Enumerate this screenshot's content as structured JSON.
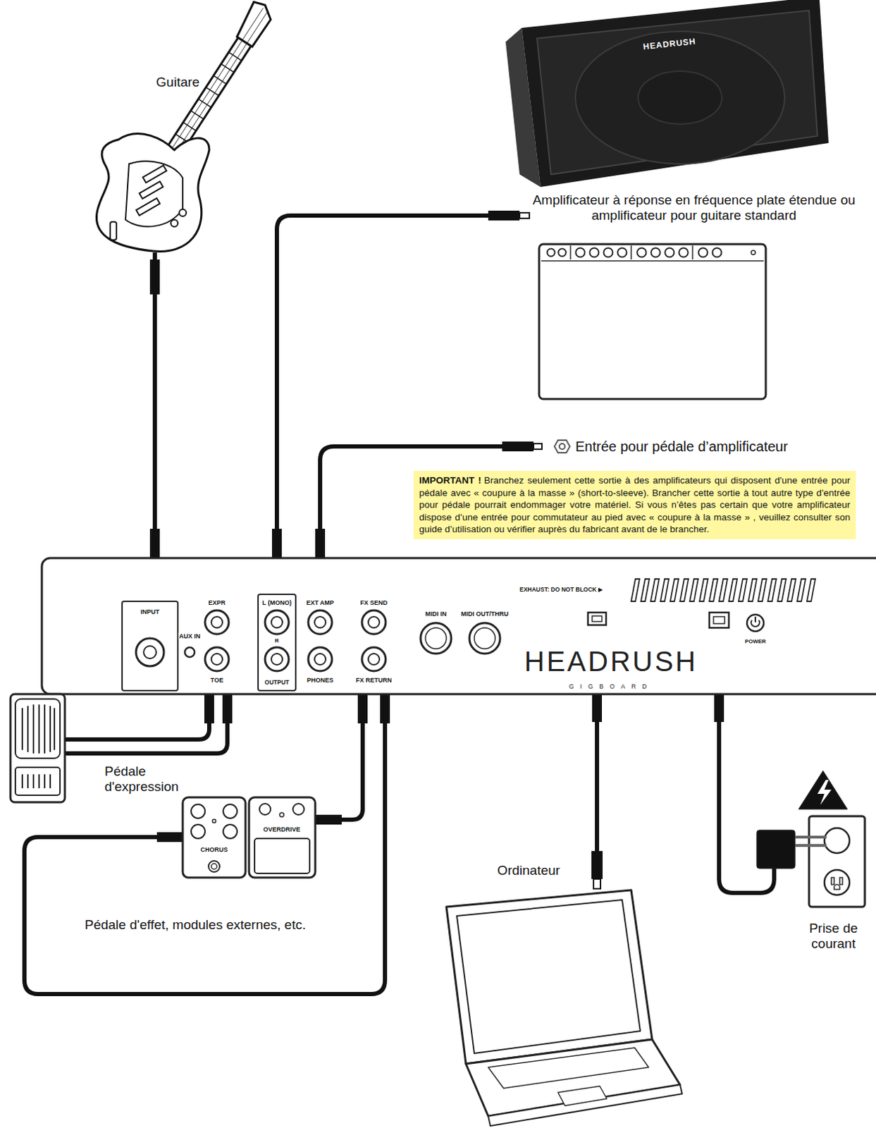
{
  "diagram": {
    "nodes": [
      {
        "text": [
          "IMPORTANT !",
          "Branchez seulement cette sortie à des amplificateurs qui disposent d'une entrée pour pédale avec « coupure à la masse » (short-to-sleeve). Brancher cette sortie à tout autre type d'entrée pour pédale pourrait endommager votre matériel. Si vous n’êtes pas certain que votre amplificateur dispose d’une entrée pour commutateur au pied avec « coupure à la masse » , veuillez consulter son guide d’utilisation ou vérifier auprès du fabricant avant de le brancher."
        ]
      }
    ],
    "labels": [
      "Guitare",
      "Amplificateur à réponse en fréquence plate étendue ou amplificateur pour guitare standard",
      "Entrée pour pédale d’amplificateur",
      "INPUT",
      "AUX IN",
      "EXPR",
      "TOE",
      "L (MONO)",
      "R",
      "OUTPUT",
      "EXT AMP",
      "PHONES",
      "FX SEND",
      "FX RETURN",
      "MIDI IN",
      "MIDI OUT/THRU",
      "EXHAUST: DO NOT BLOCK ▶",
      "POWER",
      "HEADRUSH",
      "GIGBOARD",
      "HEADRUSH",
      "Pédale d'expression",
      "CHORUS",
      "OVERDRIVE",
      "Pédale d'effet, modules externes, etc.",
      "Ordinateur",
      "Prise de courant"
    ]
  }
}
